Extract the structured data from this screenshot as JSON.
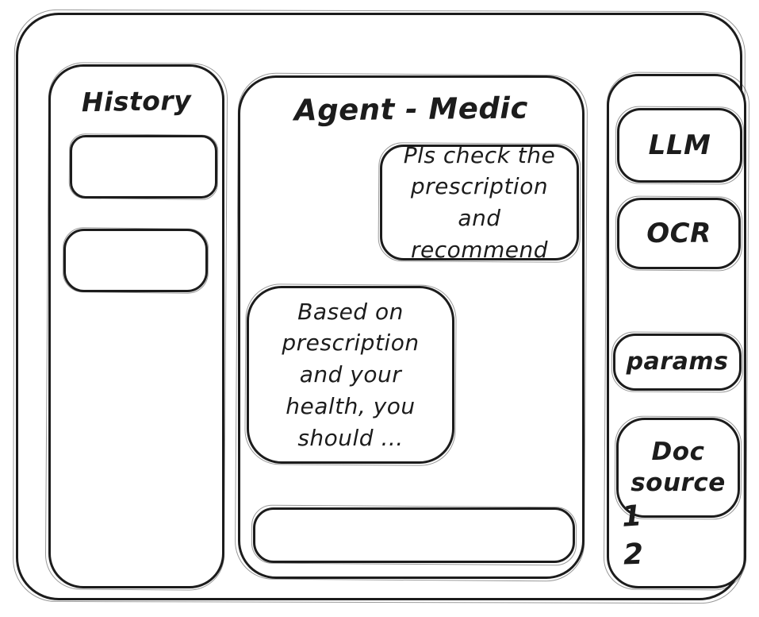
{
  "window": {
    "title": "Agent - Medic"
  },
  "sidebar": {
    "title": "History",
    "items": [
      {
        "label": ""
      },
      {
        "label": ""
      }
    ]
  },
  "chat": {
    "title": "Agent - Medic",
    "messages": [
      {
        "role": "user",
        "text": "Pls check the prescription and recommend"
      },
      {
        "role": "assistant",
        "text": "Based on prescription and your health, you should ..."
      }
    ],
    "input": {
      "value": "",
      "placeholder": ""
    }
  },
  "tools": {
    "llm": {
      "label": "LLM"
    },
    "ocr": {
      "label": "OCR"
    },
    "params": {
      "label": "params"
    },
    "doc_source": {
      "label": "Doc source",
      "sources": [
        "1",
        "2"
      ]
    }
  },
  "colors": {
    "ink": "#1c1c1c",
    "background": "#ffffff"
  }
}
